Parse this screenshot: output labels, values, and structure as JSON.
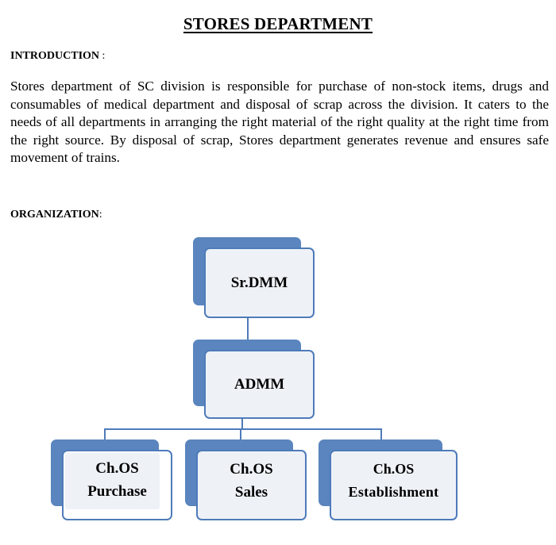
{
  "title": "STORES DEPARTMENT",
  "introduction": {
    "label": "INTRODUCTION",
    "colon": ":",
    "text": "Stores department of SC division is responsible for purchase of non-stock items, drugs and consumables of medical department and disposal of scrap across the division. It caters to the needs of all departments in arranging the right material of the right quality at the right time from the right source. By disposal of scrap, Stores department generates revenue and ensures safe movement of trains."
  },
  "organization": {
    "label": "ORGANIZATION",
    "colon": ":",
    "nodes": {
      "top": "Sr.DMM",
      "middle": "ADMM",
      "purchase": {
        "line1": "Ch.OS",
        "line2": "Purchase"
      },
      "sales": {
        "line1": "Ch.OS",
        "line2": "Sales"
      },
      "establishment": {
        "line1": "Ch.OS",
        "line2": "Establishment"
      }
    },
    "colors": {
      "node_fill": "#5a85be",
      "node_border": "#4f7bb9",
      "node_face": "#eef2f7"
    }
  }
}
